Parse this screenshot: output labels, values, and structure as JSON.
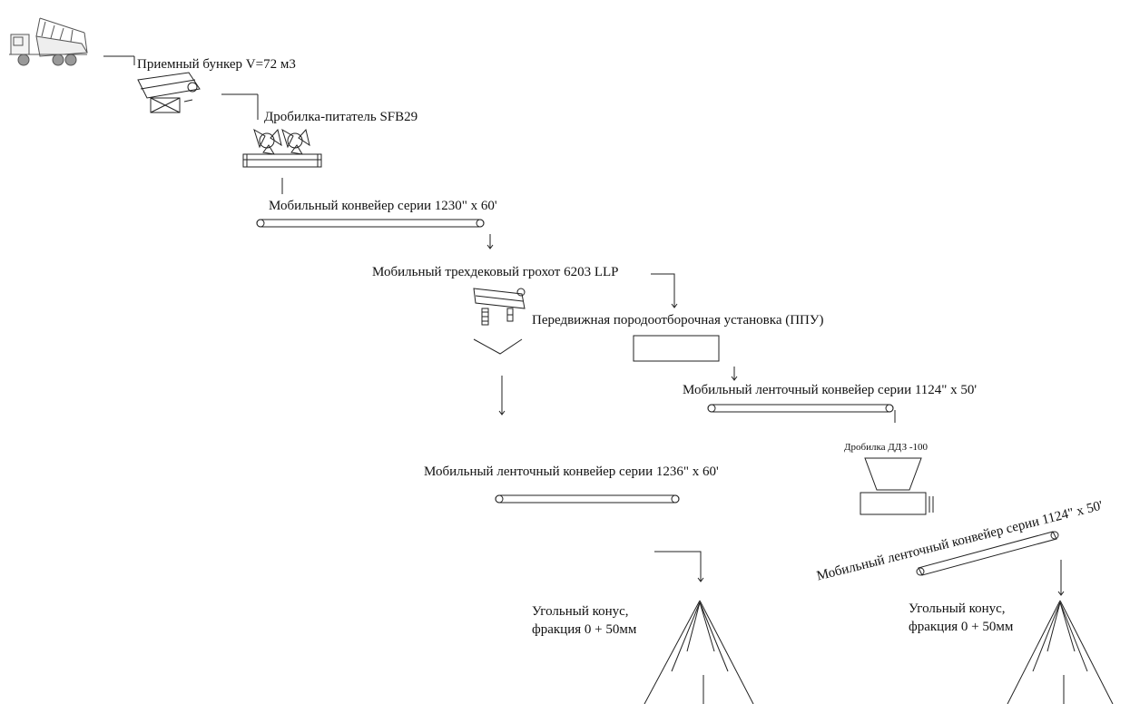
{
  "labels": {
    "receiving_hopper": "Приемный бункер V=72 м3",
    "crusher_feeder": "Дробилка-питатель SFB29",
    "mobile_conveyor_1230": "Мобильный конвейер серии 1230\" х 60'",
    "triple_deck_screen": "Мобильный трехдековый грохот 6203 LLP",
    "rock_picking_unit": "Передвижная породоотборочная установка (ППУ)",
    "belt_conveyor_1124_a": "Мобильный ленточный конвейер серии 1124\" х 50'",
    "crusher_ddz": "Дробилка  ДДЗ -100",
    "belt_conveyor_1236": "Мобильный ленточный конвейер серии 1236\" х 60'",
    "belt_conveyor_1124_b": "Мобильный ленточный конвейер серии 1124\" х 50'",
    "coal_cone_left_line1": "Угольный конус,",
    "coal_cone_left_line2": "фракция 0 + 50мм",
    "coal_cone_right_line1": "Угольный конус,",
    "coal_cone_right_line2": "фракция 0 + 50мм"
  },
  "colors": {
    "line": "#222222",
    "truck": "#555555"
  },
  "icons": [
    "dump-truck-icon",
    "hopper-icon",
    "crusher-feeder-icon",
    "conveyor-icon",
    "screen-icon",
    "crusher-icon",
    "cone-pile-icon"
  ]
}
